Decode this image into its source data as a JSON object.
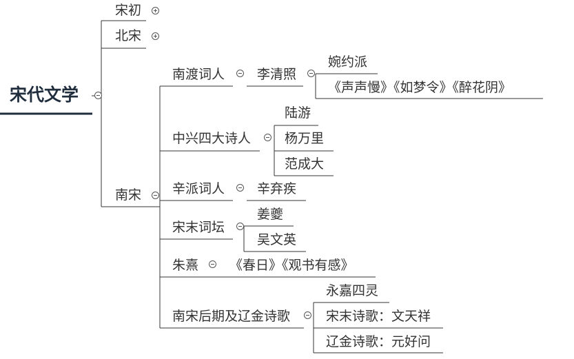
{
  "colors": {
    "line": "#333333",
    "root_underline": "#1f2d3d",
    "text": "#333333"
  },
  "root": {
    "label": "宋代文学",
    "state": "expanded"
  },
  "level1": {
    "song_chu": {
      "label": "宋初",
      "state": "collapsed"
    },
    "bei_song": {
      "label": "北宋",
      "state": "collapsed"
    },
    "nan_song": {
      "label": "南宋",
      "state": "expanded"
    }
  },
  "nan_song": {
    "nan_du": {
      "label": "南渡词人",
      "state": "expanded",
      "li_qingzhao": {
        "label": "李清照",
        "state": "expanded",
        "children": [
          "婉约派",
          "《声声慢》《如梦令》《醉花阴》"
        ]
      }
    },
    "zhong_xing": {
      "label": "中兴四大诗人",
      "state": "expanded",
      "children": [
        "陆游",
        "杨万里",
        "范成大"
      ]
    },
    "xin_pai": {
      "label": "辛派词人",
      "state": "expanded",
      "children": [
        "辛弃疾"
      ]
    },
    "song_mo_ci_tan": {
      "label": "宋末词坛",
      "state": "expanded",
      "children": [
        "姜夔",
        "吴文英"
      ]
    },
    "zhu_xi": {
      "label": "朱熹",
      "state": "expanded",
      "children": [
        "《春日》《观书有感》"
      ]
    },
    "hou_qi": {
      "label": "南宋后期及辽金诗歌",
      "state": "expanded",
      "children": [
        "永嘉四灵",
        "宋末诗歌：文天祥",
        "辽金诗歌：元好问"
      ]
    }
  }
}
